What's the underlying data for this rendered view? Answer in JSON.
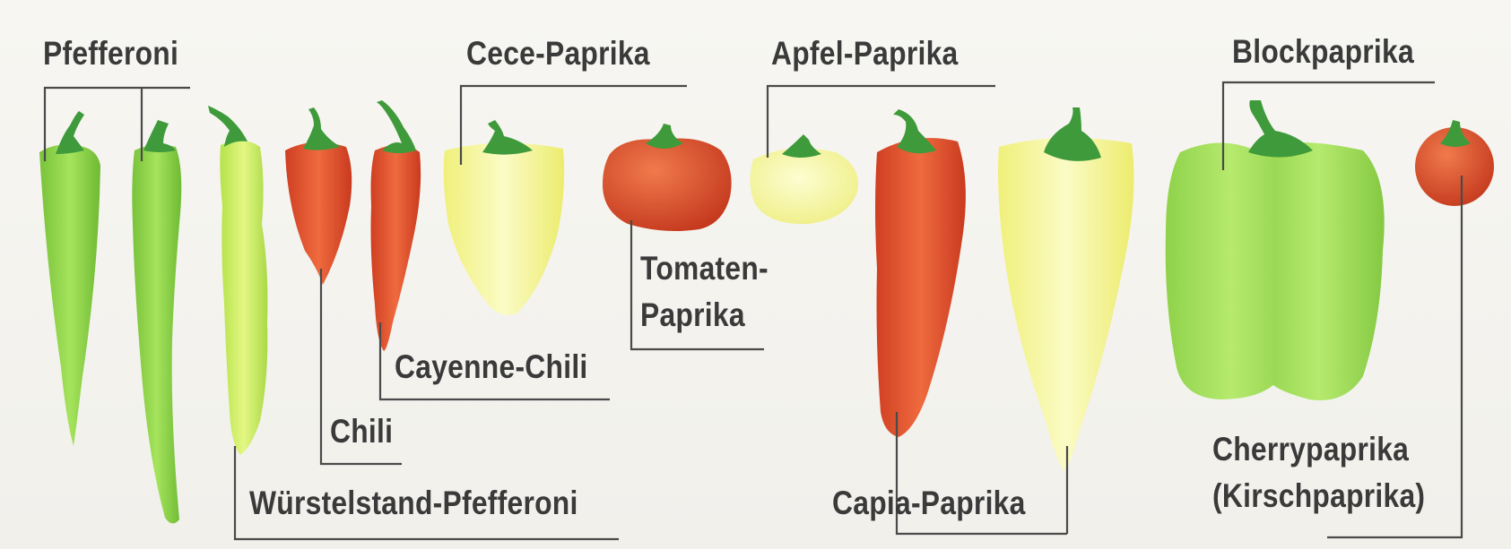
{
  "labels": {
    "pfefferoni": "Pfefferoni",
    "wuerstelstand": "Würstelstand-Pfefferoni",
    "chili": "Chili",
    "cayenne": "Cayenne-Chili",
    "cece": "Cece-Paprika",
    "tomaten_line1": "Tomaten-",
    "tomaten_line2": "Paprika",
    "apfel": "Apfel-Paprika",
    "capia": "Capia-Paprika",
    "block": "Blockpaprika",
    "cherry_line1": "Cherrypaprika",
    "cherry_line2": "(Kirschpaprika)"
  },
  "colors": {
    "line": "#4a4a4a",
    "text": "#3a3a3a",
    "green_pepper": "#8fd24a",
    "lime_pepper": "#c9ec5a",
    "red_pepper": "#e2502c",
    "yellow_pepper": "#f6f59a",
    "stem": "#3e9a3a"
  }
}
